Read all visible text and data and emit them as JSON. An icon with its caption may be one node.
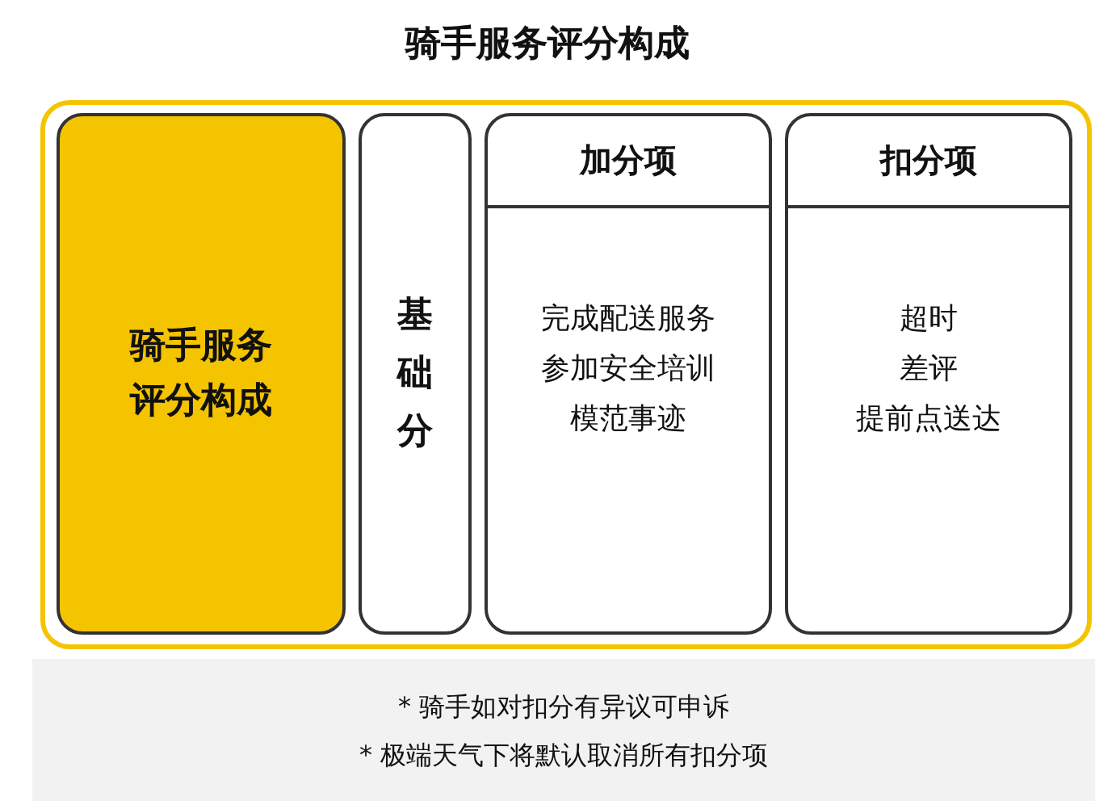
{
  "diagram": {
    "title": "骑手服务评分构成",
    "nodes": [
      {
        "text": [],
        "shape": "box"
      },
      {
        "text": [
          "骑手服务评分构成"
        ],
        "in": 0
      },
      {
        "text": [
          "基础分"
        ],
        "in": 0
      },
      {
        "text": [
          "加分项",
          "完成配送服务",
          "参加安全培训",
          "模范事迹"
        ],
        "in": 0
      },
      {
        "text": [
          "扣分项",
          "超时",
          "差评",
          "提前点送达"
        ],
        "in": 0
      }
    ],
    "edges": [],
    "labels": [
      "* 骑手如对扣分有异议可申诉",
      "* 极端天气下将默认取消所有扣分项"
    ]
  }
}
